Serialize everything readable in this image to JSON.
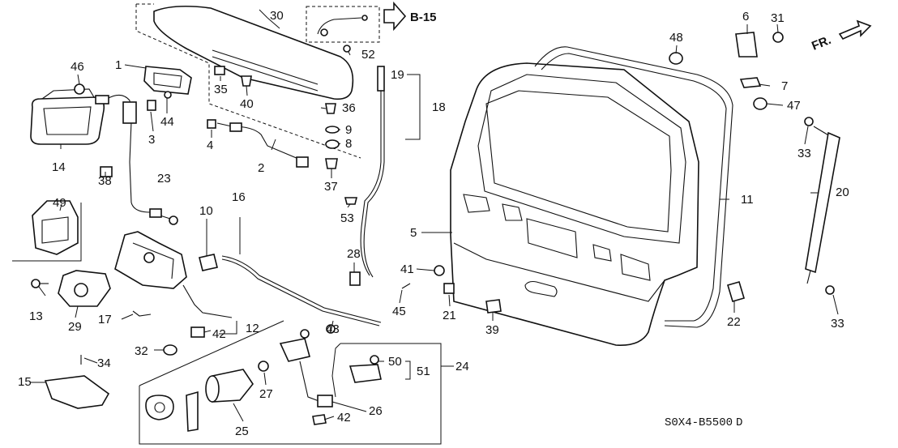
{
  "diagram": {
    "ref_section": "B-15",
    "direction": "FR.",
    "code": "S0X4-B5500",
    "code_suffix": "D",
    "callouts": [
      "1",
      "2",
      "3",
      "4",
      "5",
      "6",
      "7",
      "8",
      "9",
      "10",
      "11",
      "12",
      "13",
      "14",
      "15",
      "16",
      "17",
      "18",
      "19",
      "20",
      "21",
      "22",
      "23",
      "24",
      "25",
      "26",
      "27",
      "28",
      "29",
      "30",
      "31",
      "32",
      "33",
      "33",
      "34",
      "35",
      "36",
      "37",
      "38",
      "39",
      "40",
      "41",
      "42",
      "42",
      "43",
      "44",
      "45",
      "46",
      "47",
      "48",
      "49",
      "50",
      "51",
      "52",
      "53"
    ]
  }
}
